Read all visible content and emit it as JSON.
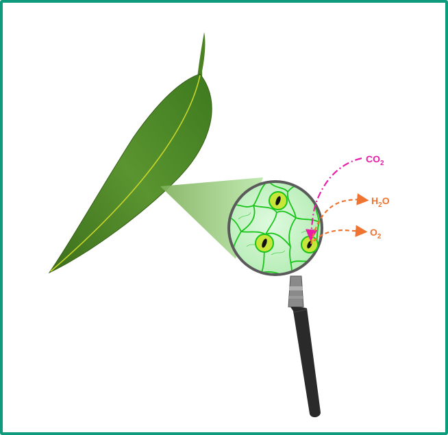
{
  "labels": {
    "co2": {
      "main": "CO",
      "sub": "2"
    },
    "h2o": {
      "main": "H",
      "sub": "2",
      "tail": "O"
    },
    "o2": {
      "main": "O",
      "sub": "2"
    }
  },
  "colors": {
    "frame": "#0e9a7c",
    "leaf": "#4f8a2a",
    "leaf_dark": "#2f5e15",
    "vein": "#c9d62a",
    "cell_bg": "#c9f2c9",
    "cell_wall": "#19c419",
    "guard_cell": "#c8e63a",
    "co2": "#ea1ea6",
    "h2o_o2": "#ef7431",
    "handle": "#222222"
  }
}
